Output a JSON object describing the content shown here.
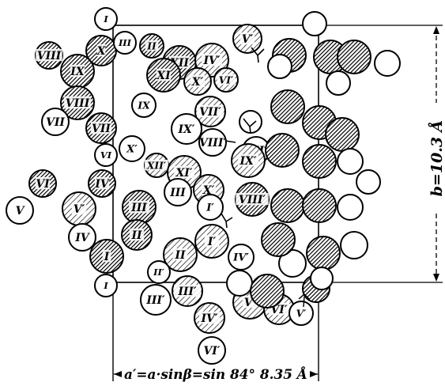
{
  "diagram": {
    "dimension_b": "b=10.3 Å",
    "dimension_a": "a′=a·sinβ=sin 84° 8.35 Å",
    "atoms": [
      {
        "id": "a01",
        "label": "I",
        "fill": "white"
      },
      {
        "id": "a02",
        "label": "VIII",
        "fill": "dark"
      },
      {
        "id": "a03",
        "label": "IX",
        "fill": "dark"
      },
      {
        "id": "a04",
        "label": "X",
        "fill": "dark"
      },
      {
        "id": "a05",
        "label": "III",
        "fill": "white"
      },
      {
        "id": "a06",
        "label": "II",
        "fill": "dark"
      },
      {
        "id": "a07",
        "label": "XII",
        "fill": "dark"
      },
      {
        "id": "a08",
        "label": "XI",
        "fill": "dark"
      },
      {
        "id": "a09",
        "label": "IV′",
        "fill": "hatch"
      },
      {
        "id": "a10",
        "label": "V′",
        "fill": "hatch"
      },
      {
        "id": "a11",
        "label": "X′",
        "fill": "hatch"
      },
      {
        "id": "a12",
        "label": "VI′",
        "fill": "hatch"
      },
      {
        "id": "a13",
        "label": "IX",
        "fill": "white"
      },
      {
        "id": "a14",
        "label": "VIII",
        "fill": "dark"
      },
      {
        "id": "a15",
        "label": "VII",
        "fill": "white"
      },
      {
        "id": "a16",
        "label": "VII",
        "fill": "dark"
      },
      {
        "id": "a17",
        "label": "VII′",
        "fill": "hatch"
      },
      {
        "id": "a18",
        "label": "IX′",
        "fill": "white"
      },
      {
        "id": "a19",
        "label": "VIII′",
        "fill": "white"
      },
      {
        "id": "a20",
        "label": "VII′",
        "fill": "white"
      },
      {
        "id": "a21",
        "label": "VI",
        "fill": "white"
      },
      {
        "id": "a22",
        "label": "X′",
        "fill": "white"
      },
      {
        "id": "a23",
        "label": "XII′",
        "fill": "hatch"
      },
      {
        "id": "a24",
        "label": "XI′",
        "fill": "hatch"
      },
      {
        "id": "a25",
        "label": "IX′",
        "fill": "hatch"
      },
      {
        "id": "a26",
        "label": "VI",
        "fill": "dark"
      },
      {
        "id": "a27",
        "label": "V",
        "fill": "white"
      },
      {
        "id": "a28",
        "label": "V′",
        "fill": "hatch"
      },
      {
        "id": "a29",
        "label": "IV",
        "fill": "dark"
      },
      {
        "id": "a30",
        "label": "III",
        "fill": "dark"
      },
      {
        "id": "a31",
        "label": "III",
        "fill": "white"
      },
      {
        "id": "a32",
        "label": "X′",
        "fill": "hatch"
      },
      {
        "id": "a33",
        "label": "VIII′",
        "fill": "dark"
      },
      {
        "id": "a34",
        "label": "I′",
        "fill": "white"
      },
      {
        "id": "a35",
        "label": "IV",
        "fill": "white"
      },
      {
        "id": "a36",
        "label": "II",
        "fill": "dark"
      },
      {
        "id": "a37",
        "label": "I′",
        "fill": "hatch"
      },
      {
        "id": "a38",
        "label": "I",
        "fill": "dark"
      },
      {
        "id": "a39",
        "label": "II",
        "fill": "hatch"
      },
      {
        "id": "a40",
        "label": "IV′",
        "fill": "white"
      },
      {
        "id": "a41",
        "label": "II′",
        "fill": "white"
      },
      {
        "id": "a42",
        "label": "I",
        "fill": "white"
      },
      {
        "id": "a43",
        "label": "III′",
        "fill": "white"
      },
      {
        "id": "a44",
        "label": "III′",
        "fill": "hatch"
      },
      {
        "id": "a45",
        "label": "IV′",
        "fill": "hatch"
      },
      {
        "id": "a46",
        "label": "V′",
        "fill": "hatch"
      },
      {
        "id": "a47",
        "label": "VI′",
        "fill": "hatch"
      },
      {
        "id": "a48",
        "label": "VI′",
        "fill": "white"
      },
      {
        "id": "a49",
        "label": "V′",
        "fill": "white"
      },
      {
        "id": "a50",
        "label": "",
        "fill": "white"
      },
      {
        "id": "a51",
        "label": "",
        "fill": "dark"
      },
      {
        "id": "a52",
        "label": "",
        "fill": "dark"
      },
      {
        "id": "a53",
        "label": "",
        "fill": "dark"
      },
      {
        "id": "a54",
        "label": "",
        "fill": "white"
      },
      {
        "id": "a55",
        "label": "",
        "fill": "white"
      },
      {
        "id": "a56",
        "label": "",
        "fill": "white"
      },
      {
        "id": "a57",
        "label": "",
        "fill": "dark"
      },
      {
        "id": "a58",
        "label": "",
        "fill": "dark"
      },
      {
        "id": "a59",
        "label": "",
        "fill": "white"
      },
      {
        "id": "a60",
        "label": "",
        "fill": "dark"
      },
      {
        "id": "a61",
        "label": "",
        "fill": "dark"
      },
      {
        "id": "a62",
        "label": "",
        "fill": "dark"
      },
      {
        "id": "a63",
        "label": "",
        "fill": "white"
      },
      {
        "id": "a64",
        "label": "",
        "fill": "white"
      },
      {
        "id": "a65",
        "label": "",
        "fill": "dark"
      },
      {
        "id": "a66",
        "label": "",
        "fill": "dark"
      },
      {
        "id": "a67",
        "label": "",
        "fill": "white"
      },
      {
        "id": "a68",
        "label": "",
        "fill": "dark"
      },
      {
        "id": "a69",
        "label": "",
        "fill": "white"
      },
      {
        "id": "a70",
        "label": "",
        "fill": "white"
      },
      {
        "id": "a71",
        "label": "",
        "fill": "dark"
      },
      {
        "id": "a72",
        "label": "",
        "fill": "dark"
      },
      {
        "id": "a73",
        "label": "",
        "fill": "white"
      },
      {
        "id": "a74",
        "label": "",
        "fill": "dark"
      },
      {
        "id": "a75",
        "label": "",
        "fill": "white"
      }
    ]
  }
}
